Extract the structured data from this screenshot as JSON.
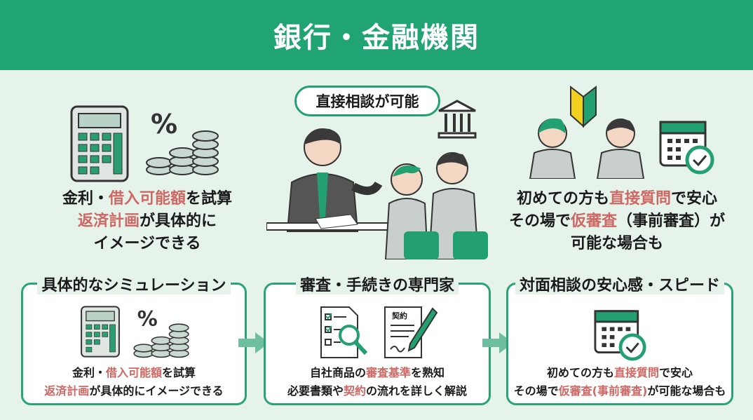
{
  "header": {
    "title": "銀行・金融機関"
  },
  "top": {
    "left": {
      "lines": [
        [
          {
            "t": "金利・"
          },
          {
            "t": "借入可能額",
            "hl": 1
          },
          {
            "t": "を試算"
          }
        ],
        [
          {
            "t": "返済計画",
            "hl": 1
          },
          {
            "t": "が具体的に"
          }
        ],
        [
          {
            "t": "イメージできる"
          }
        ]
      ]
    },
    "center": {
      "bubble": "直接相談が可能"
    },
    "right": {
      "lines": [
        [
          {
            "t": "初めての方も"
          },
          {
            "t": "直接質問",
            "hl": 1
          },
          {
            "t": "で安心"
          }
        ],
        [
          {
            "t": "その場で"
          },
          {
            "t": "仮審査",
            "hl": 1
          },
          {
            "t": "（事前審査）が"
          }
        ],
        [
          {
            "t": "可能な場合も"
          }
        ]
      ]
    }
  },
  "cards": [
    {
      "title": "具体的なシミュレーション",
      "lines": [
        [
          {
            "t": "金利・"
          },
          {
            "t": "借入可能額",
            "hl": 1
          },
          {
            "t": "を試算"
          }
        ],
        [
          {
            "t": "返済計画",
            "hl": 1
          },
          {
            "t": "が具体的にイメージできる"
          }
        ]
      ]
    },
    {
      "title": "審査・手続きの専門家",
      "contract_label": "契約",
      "lines": [
        [
          {
            "t": "自社商品の"
          },
          {
            "t": "審査基準",
            "hl": 1
          },
          {
            "t": "を熟知"
          }
        ],
        [
          {
            "t": "必要書類や"
          },
          {
            "t": "契約",
            "hl": 1
          },
          {
            "t": "の流れを詳しく解説"
          }
        ]
      ]
    },
    {
      "title": "対面相談の安心感・スピード",
      "lines": [
        [
          {
            "t": "初めての方も"
          },
          {
            "t": "直接質問",
            "hl": 1
          },
          {
            "t": "で安心"
          }
        ],
        [
          {
            "t": "その場で"
          },
          {
            "t": "仮審査(事前審査)",
            "hl": 1
          },
          {
            "t": "が可能な場合も"
          }
        ]
      ]
    }
  ],
  "colors": {
    "brand": "#20a474",
    "highlight": "#cf6763",
    "background": "#e5f3ea"
  }
}
